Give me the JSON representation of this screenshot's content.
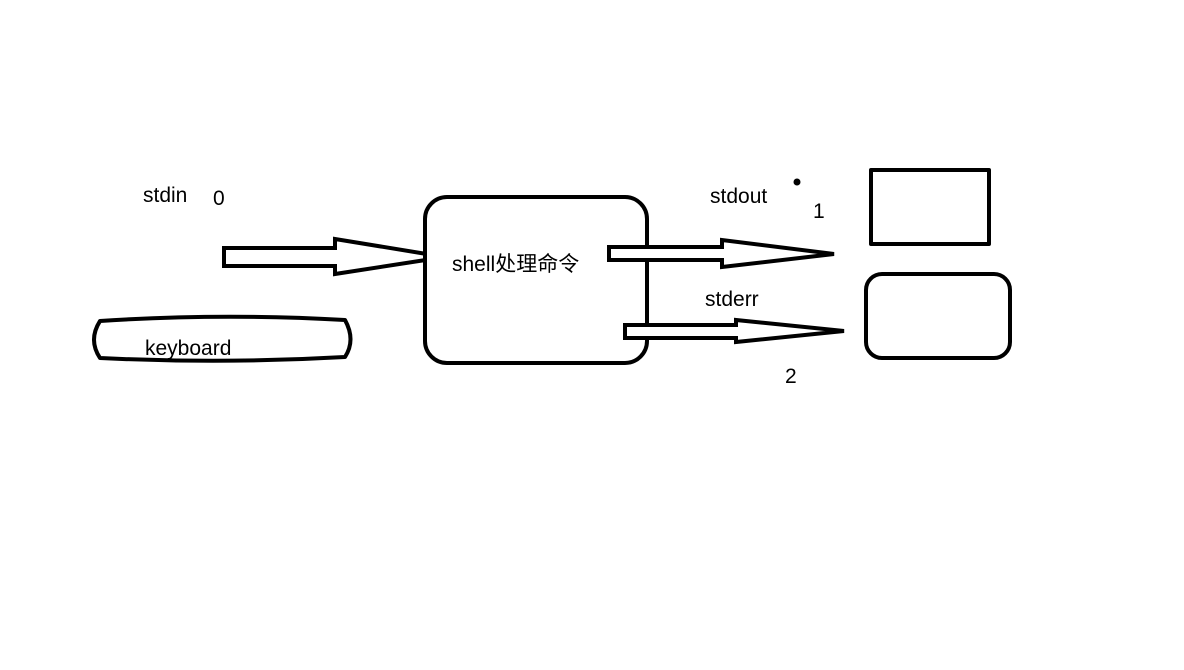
{
  "labels": {
    "stdin": "stdin",
    "stdin_fd": "0",
    "keyboard": "keyboard",
    "shell": "shell处理命令",
    "stdout": "stdout",
    "stdout_fd": "1",
    "stderr": "stderr",
    "stderr_fd": "2"
  },
  "colors": {
    "stroke": "#000000",
    "background": "#ffffff"
  }
}
